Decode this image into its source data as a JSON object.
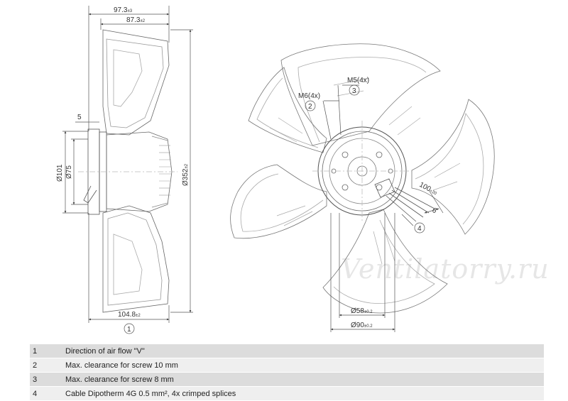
{
  "side_view": {
    "dim_total_width": "97.3",
    "dim_total_width_tol": "±3",
    "dim_width": "87.3",
    "dim_width_tol": "±2",
    "dim_hub_step": "5",
    "dim_diameter_101": "Ø101",
    "dim_diameter_75": "Ø75",
    "dim_diameter_352": "Ø352",
    "dim_diameter_352_tol": "±2",
    "dim_depth": "104.8",
    "dim_depth_tol": "±2",
    "callout_1": "1"
  },
  "front_view": {
    "label_m6": "M6(4x)",
    "callout_2": "2",
    "label_m5": "M5(4x)",
    "callout_3": "3",
    "dim_cable_length": "100",
    "dim_cable_length_tol": "+20",
    "dim_cable_end": "6",
    "callout_4": "4",
    "dim_bolt_circle_58": "Ø58",
    "dim_bolt_circle_58_tol": "±0.2",
    "dim_bolt_circle_90": "Ø90",
    "dim_bolt_circle_90_tol": "±0.2"
  },
  "watermark": "Ventilatorry.ru",
  "legend": [
    {
      "num": "1",
      "text": "Direction of air flow \"V\""
    },
    {
      "num": "2",
      "text": "Max. clearance for screw 10 mm"
    },
    {
      "num": "3",
      "text": "Max. clearance for screw 8 mm"
    },
    {
      "num": "4",
      "text": "Cable Dipotherm 4G 0.5 mm², 4x crimped splices"
    }
  ],
  "colors": {
    "line": "#555555",
    "table_dark": "#dcdcdc",
    "table_light": "#efefef"
  }
}
